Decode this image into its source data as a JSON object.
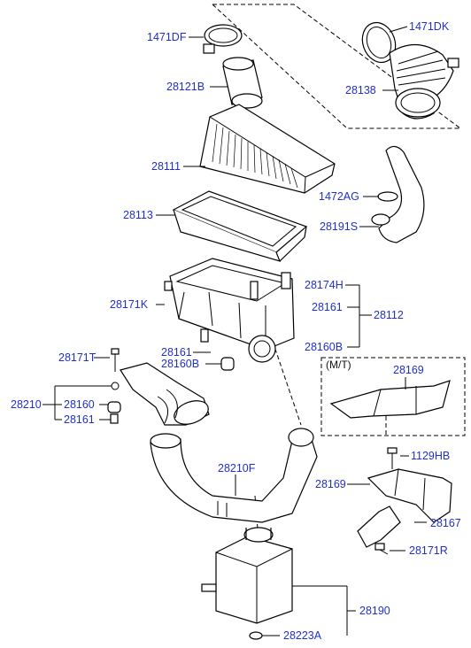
{
  "labels": {
    "p1471DF": "1471DF",
    "p1471DK": "1471DK",
    "p28121B": "28121B",
    "p28138": "28138",
    "p28111": "28111",
    "p1472AG": "1472AG",
    "p28113": "28113",
    "p28191S": "28191S",
    "p28174H": "28174H",
    "p28171K": "28171K",
    "p28161_main": "28161",
    "p28112": "28112",
    "p28160B_right": "28160B",
    "p28161_small": "28161",
    "p28160B_small": "28160B",
    "p28171T": "28171T",
    "p28210": "28210",
    "p28160": "28160",
    "p28161_lower": "28161",
    "p28169_mt": "28169",
    "p1129HB": "1129HB",
    "p28169": "28169",
    "p28210F": "28210F",
    "p28167": "28167",
    "p28171R": "28171R",
    "p28190": "28190",
    "p28223A": "28223A"
  },
  "notes": {
    "mt": "(M/T)"
  },
  "colors": {
    "label": "#2030c8",
    "line": "#000000",
    "background": "#ffffff"
  }
}
